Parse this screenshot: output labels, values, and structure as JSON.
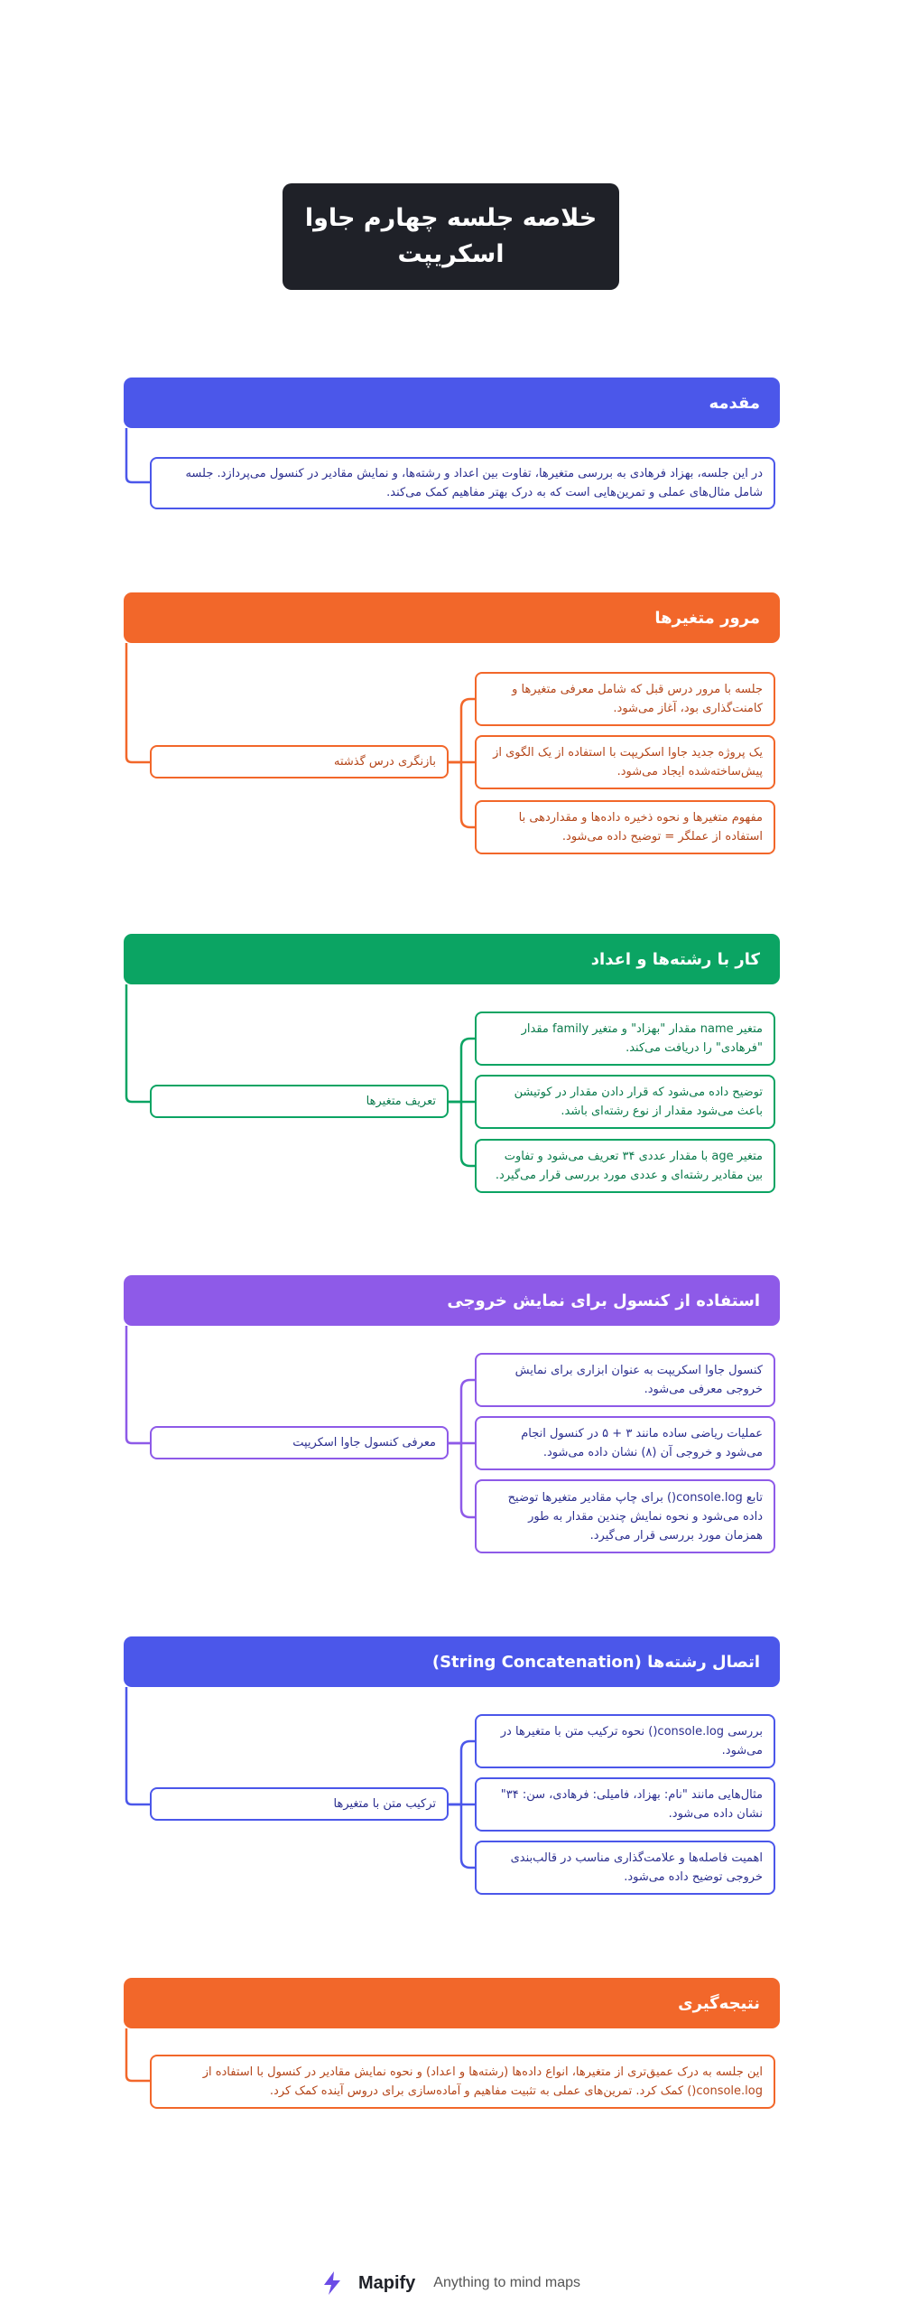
{
  "title": "خلاصه جلسه چهارم جاوا اسکریپت",
  "sections": [
    {
      "heading": "مقدمه",
      "color": "#4b57ea",
      "text": "در این جلسه، بهزاد فرهادی به بررسی متغیرها، تفاوت بین اعداد و رشته‌ها، و نمایش مقادیر در کنسول می‌پردازد. جلسه شامل مثال‌های عملی و تمرین‌هایی است که به درک بهتر مفاهیم کمک می‌کند."
    },
    {
      "heading": "مرور متغیرها",
      "color": "#f2672a",
      "subtopic": "بازنگری درس گذشته",
      "points": [
        "جلسه با مرور درس قبل که شامل معرفی متغیرها و کامنت‌گذاری بود، آغاز می‌شود.",
        "یک پروژه جدید جاوا اسکریپت با استفاده از یک الگوی از پیش‌ساخته‌شده ایجاد می‌شود.",
        "مفهوم متغیرها و نحوه ذخیره داده‌ها و مقداردهی با استفاده از عملگر = توضیح داده می‌شود."
      ]
    },
    {
      "heading": "کار با رشته‌ها و اعداد",
      "color": "#0ba463",
      "subtopic": "تعریف متغیرها",
      "points": [
        "متغیر name مقدار \"بهزاد\" و متغیر family مقدار \"فرهادی\" را دریافت می‌کند.",
        "توضیح داده می‌شود که قرار دادن مقدار در کوتیشن باعث می‌شود مقدار از نوع رشته‌ای باشد.",
        "متغیر age با مقدار عددی ۳۴ تعریف می‌شود و تفاوت بین مقادیر رشته‌ای و عددی مورد بررسی قرار می‌گیرد."
      ]
    },
    {
      "heading": "استفاده از کنسول برای نمایش خروجی",
      "color": "#8e5ae8",
      "subtopic": "معرفی کنسول جاوا اسکریپت",
      "points": [
        "کنسول جاوا اسکریپت به عنوان ابزاری برای نمایش خروجی معرفی می‌شود.",
        "عملیات ریاضی ساده مانند ۳ + ۵ در کنسول انجام می‌شود و خروجی آن (۸) نشان داده می‌شود.",
        "تابع console.log() برای چاپ مقادیر متغیرها توضیح داده می‌شود و نحوه نمایش چندین مقدار به طور همزمان مورد بررسی قرار می‌گیرد."
      ]
    },
    {
      "heading": "اتصال رشته‌ها (String Concatenation)",
      "color": "#4b57ea",
      "subtopic": "ترکیب متن با متغیرها",
      "points": [
        "بررسی console.log() نحوه ترکیب متن با متغیرها در می‌شود.",
        "مثال‌هایی مانند \"نام: بهزاد، فامیلی: فرهادی، سن: ۳۴\" نشان داده می‌شود.",
        "اهمیت فاصله‌ها و علامت‌گذاری مناسب در قالب‌بندی خروجی توضیح داده می‌شود."
      ]
    },
    {
      "heading": "نتیجه‌گیری",
      "color": "#f2672a",
      "text": "این جلسه به درک عمیق‌تری از متغیرها، انواع داده‌ها (رشته‌ها و اعداد) و نحوه نمایش مقادیر در کنسول با استفاده از console.log() کمک کرد. تمرین‌های عملی به تثبیت مفاهیم و آماده‌سازی برای دروس آینده کمک کرد."
    }
  ],
  "footer": {
    "icon": "mapify-bolt-icon",
    "brand": "Mapify",
    "tagline": "Anything to mind maps"
  }
}
